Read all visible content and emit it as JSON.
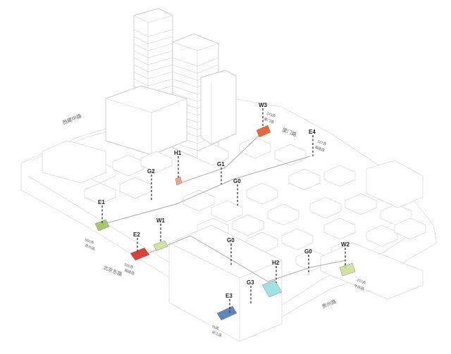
{
  "roads": {
    "xizang": "西藏中路",
    "xiamen": "厦门路",
    "beijing": "北京东路",
    "guizhou": "贵州路"
  },
  "colors": {
    "green": "#a3c96a",
    "red": "#d9413b",
    "orange": "#e8673a",
    "salmon": "#f0a58a",
    "blue": "#5f86b4",
    "cyan": "#9ee2e4",
    "lightgreen": "#cfe3a2"
  },
  "markers": {
    "E1": {
      "label": "E1",
      "address": "650弄",
      "address2": "贵州路"
    },
    "E2": {
      "label": "E2",
      "address": "560弄",
      "address2": "福建路"
    },
    "E3": {
      "label": "E3",
      "address": "76弄",
      "address2": "浙江路"
    },
    "E4": {
      "label": "E4",
      "address": "227弄",
      "address2": "福建路"
    },
    "W1": {
      "label": "W1"
    },
    "W2": {
      "label": "W2",
      "address": "297弄",
      "address2": "牛庄路"
    },
    "W3": {
      "label": "W3",
      "address": "243弄",
      "address2": "厦门路"
    },
    "H1": {
      "label": "H1"
    },
    "H2": {
      "label": "H2"
    },
    "G0a": {
      "label": "G0"
    },
    "G0b": {
      "label": "G0"
    },
    "G0c": {
      "label": "G0"
    },
    "G1": {
      "label": "G1"
    },
    "G2": {
      "label": "G2"
    },
    "G3": {
      "label": "G3"
    }
  }
}
